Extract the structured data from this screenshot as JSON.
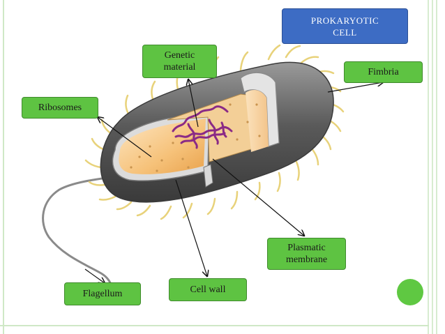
{
  "title": "PROKARYOTIC\nCELL",
  "labels": {
    "genetic_material": "Genetic\nmaterial",
    "fimbria": "Fimbria",
    "ribosomes": "Ribosomes",
    "plasmatic_membrane": "Plasmatic\nmembrane",
    "flagellum": "Flagellum",
    "cell_wall": "Cell wall"
  },
  "colors": {
    "label_fill": "#5ec342",
    "title_fill": "#3d6cc4",
    "accent_dot": "#5fc842"
  }
}
